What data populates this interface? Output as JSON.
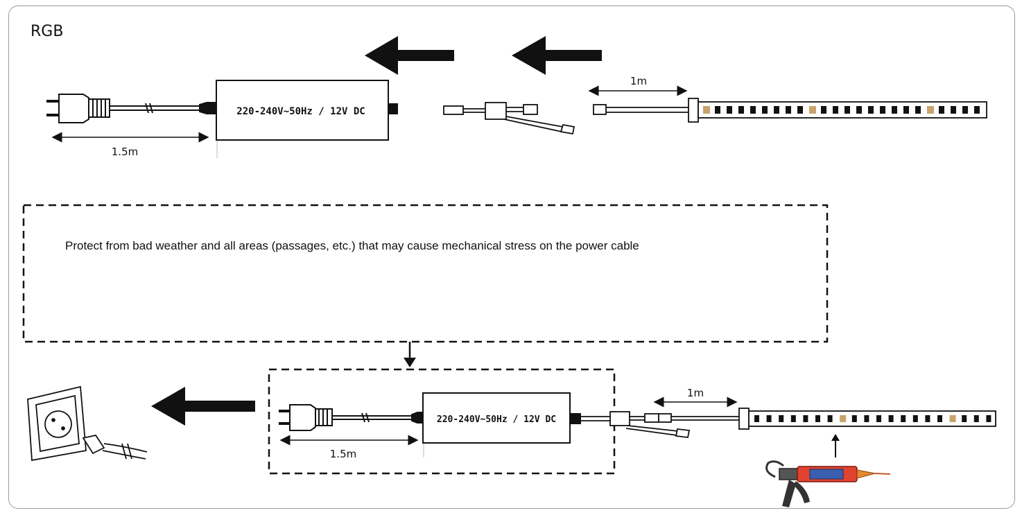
{
  "title": "RGB",
  "psu_label": "220-240V~50Hz / 12V DC",
  "cable_length_power": "1.5m",
  "cable_length_strip": "1m",
  "note": "Protect from bad weather and all areas (passages, etc.) that may cause mechanical stress on the power cable",
  "colors": {
    "line": "#111111",
    "frame": "#9a9a9a",
    "strip_contact": "#c9a46a",
    "sealant_tube": "#e0432f",
    "sealant_label": "#3a5fb0"
  },
  "icons": [
    "eu-plug-icon",
    "power-supply-icon",
    "y-splitter-icon",
    "led-strip-icon",
    "arrow-left-icon",
    "arrow-down-icon",
    "arrow-up-icon",
    "wall-socket-icon",
    "caulking-gun-icon"
  ]
}
